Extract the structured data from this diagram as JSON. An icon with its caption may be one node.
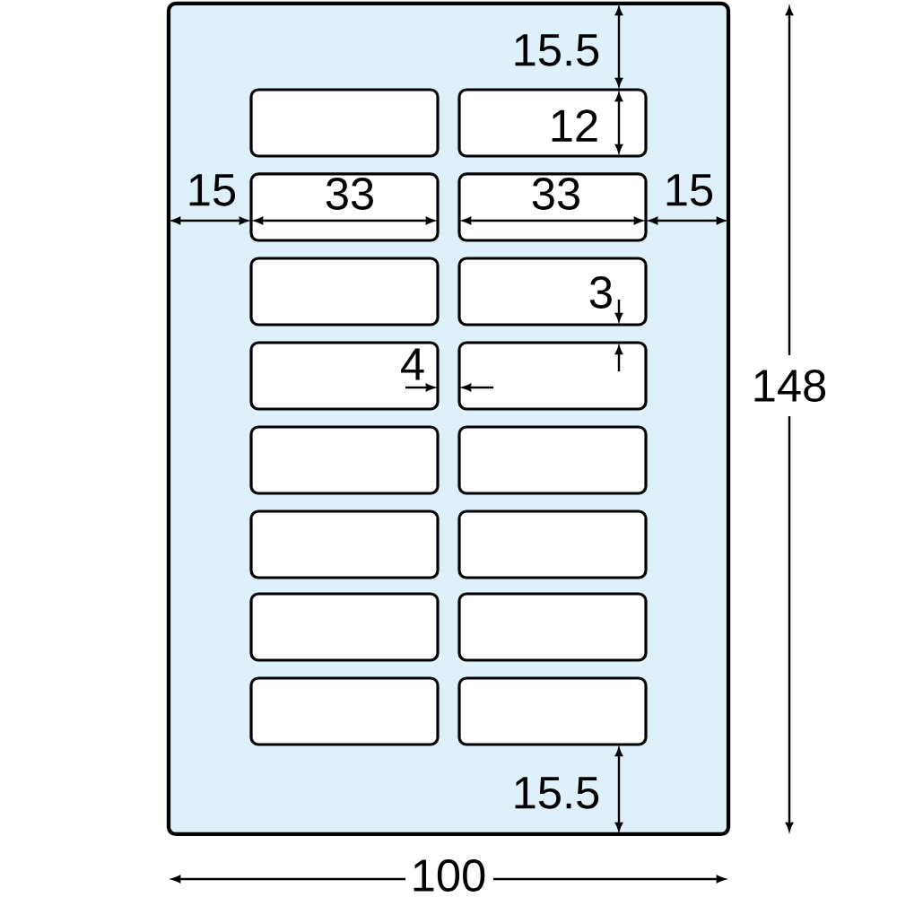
{
  "diagram": {
    "nodes": [
      {
        "text": [],
        "shape": "box"
      },
      {
        "text": [],
        "shape": "box",
        "in": 0
      },
      {
        "text": [],
        "shape": "box",
        "in": 0
      },
      {
        "text": [],
        "shape": "box",
        "in": 0
      },
      {
        "text": [],
        "shape": "box",
        "in": 0
      },
      {
        "text": [],
        "shape": "box",
        "in": 0
      },
      {
        "text": [],
        "shape": "box",
        "in": 0
      },
      {
        "text": [],
        "shape": "box",
        "in": 0
      },
      {
        "text": [],
        "shape": "box",
        "in": 0
      },
      {
        "text": [],
        "shape": "box",
        "in": 0
      },
      {
        "text": [],
        "shape": "box",
        "in": 0
      },
      {
        "text": [],
        "shape": "box",
        "in": 0
      },
      {
        "text": [],
        "shape": "box",
        "in": 0
      },
      {
        "text": [],
        "shape": "box",
        "in": 0
      },
      {
        "text": [],
        "shape": "box",
        "in": 0
      },
      {
        "text": [],
        "shape": "box",
        "in": 0
      },
      {
        "text": [],
        "shape": "box",
        "in": 0
      }
    ],
    "labels": [
      "15.5",
      "12",
      "15",
      "33",
      "33",
      "15",
      "3",
      "4",
      "148",
      "15.5",
      "100"
    ]
  }
}
